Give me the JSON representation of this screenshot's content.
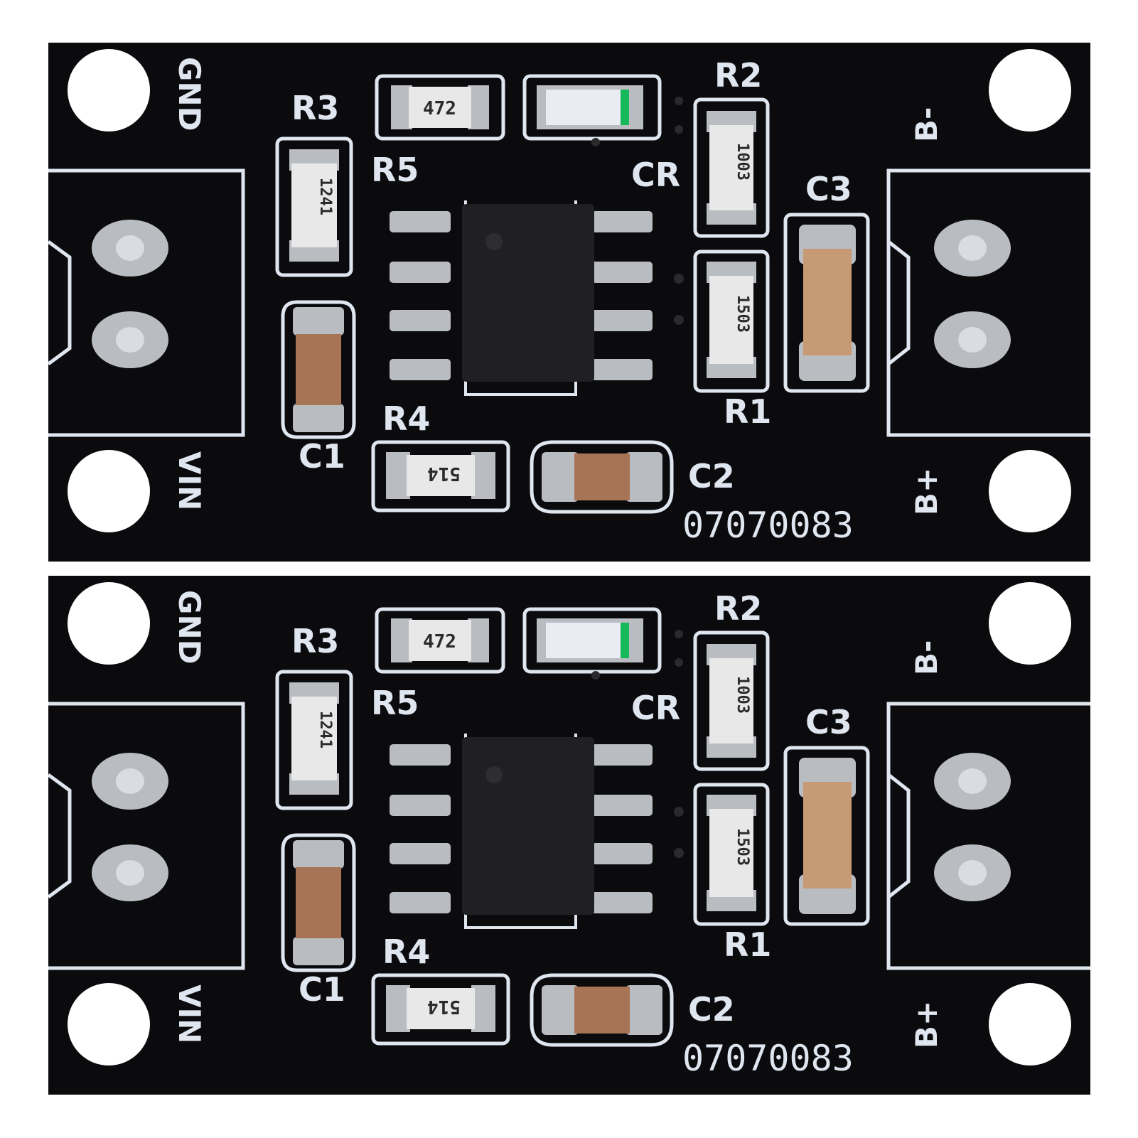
{
  "boards": [
    {
      "labels": {
        "gnd": "GND",
        "vin": "VIN",
        "b_minus": "B-",
        "b_plus": "B+",
        "r1": "R1",
        "r2": "R2",
        "r3": "R3",
        "r4": "R4",
        "r5": "R5",
        "c1": "C1",
        "c2": "C2",
        "c3": "C3",
        "cr": "CR",
        "serial": "07070083"
      },
      "markings": {
        "r3": "472",
        "r5": "1241",
        "r2": "1003",
        "r1": "1503",
        "r4": "514"
      }
    },
    {
      "labels": {
        "gnd": "GND",
        "vin": "VIN",
        "b_minus": "B-",
        "b_plus": "B+",
        "r1": "R1",
        "r2": "R2",
        "r3": "R3",
        "r4": "R4",
        "r5": "R5",
        "c1": "C1",
        "c2": "C2",
        "c3": "C3",
        "cr": "CR",
        "serial": "07070083"
      },
      "markings": {
        "r3": "472",
        "r5": "1241",
        "r2": "1003",
        "r1": "1503",
        "r4": "514"
      }
    }
  ],
  "colors": {
    "pcb": "#0b0b0d",
    "silkscreen": "#dfe6f0",
    "pad": "#b9bcc1",
    "ceramic_capacitor": "#a77455",
    "resistor_body": "#101010",
    "led_green": "#17b85a"
  }
}
